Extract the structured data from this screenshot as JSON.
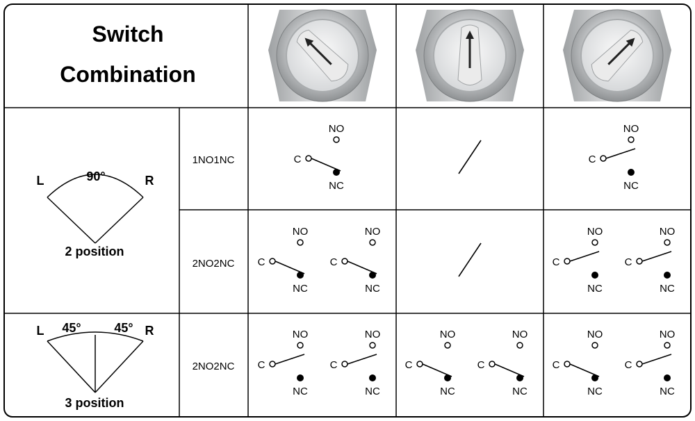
{
  "header": {
    "title_line1": "Switch",
    "title_line2": "Combination"
  },
  "knob_photos": [
    {
      "name": "knob-left-position",
      "angle": -45
    },
    {
      "name": "knob-center-position",
      "angle": 0
    },
    {
      "name": "knob-right-position",
      "angle": 45
    }
  ],
  "diagrams": {
    "two_position": {
      "left": "L",
      "right": "R",
      "angle": "90°",
      "caption": "2 position"
    },
    "three_position": {
      "left": "L",
      "right": "R",
      "angle_left": "45°",
      "angle_right": "45°",
      "caption": "3 position"
    }
  },
  "terminals": {
    "c": "C",
    "no": "NO",
    "nc": "NC"
  },
  "rows": [
    {
      "label": "1NO1NC",
      "cells": [
        [
          "nc"
        ],
        "na",
        [
          "no"
        ]
      ]
    },
    {
      "label": "2NO2NC",
      "cells": [
        [
          "nc",
          "nc"
        ],
        "na",
        [
          "no",
          "no"
        ]
      ]
    },
    {
      "label": "2NO2NC",
      "cells": [
        [
          "no",
          "no"
        ],
        [
          "nc",
          "nc"
        ],
        [
          "nc",
          "no"
        ]
      ]
    }
  ],
  "colors": {
    "border": "#000000",
    "metal": "#d4d6d8",
    "knob": "#ebebeb"
  }
}
